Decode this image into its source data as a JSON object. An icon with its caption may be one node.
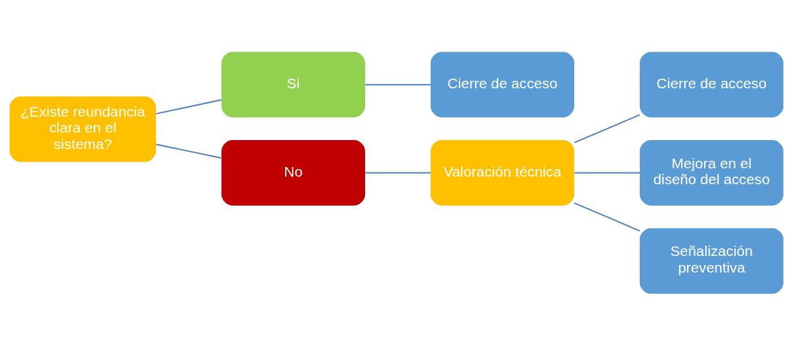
{
  "diagram": {
    "nodes": [
      {
        "text": [
          "¿Existe reundancia clara en el sistema?"
        ]
      },
      {
        "text": [
          "Si"
        ]
      },
      {
        "text": [
          "Cierre de acceso"
        ]
      },
      {
        "text": [
          "No"
        ]
      },
      {
        "text": [
          "Valoración técnica"
        ]
      },
      {
        "text": [
          "Cierre de acceso"
        ]
      },
      {
        "text": [
          "Mejora en el diseño del acceso"
        ]
      },
      {
        "text": [
          "Señalización preventiva"
        ]
      }
    ],
    "edges": [
      {
        "from": 0,
        "to": 1,
        "arrow": "none"
      },
      {
        "from": 0,
        "to": 3,
        "arrow": "none"
      },
      {
        "from": 1,
        "to": 2,
        "arrow": "none"
      },
      {
        "from": 3,
        "to": 4,
        "arrow": "none"
      },
      {
        "from": 4,
        "to": 5,
        "arrow": "none"
      },
      {
        "from": 4,
        "to": 6,
        "arrow": "none"
      },
      {
        "from": 4,
        "to": 7,
        "arrow": "none"
      }
    ]
  }
}
